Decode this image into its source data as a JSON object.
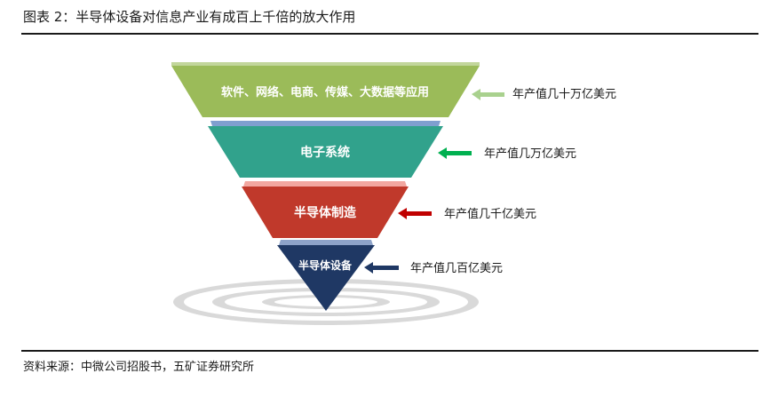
{
  "title": "图表 2：半导体设备对信息产业有成百上千倍的放大作用",
  "source": "资料来源：中微公司招股书，五矿证券研究所",
  "layers": [
    {
      "label": "软件、网络、电商、传媒、大数据等应用",
      "value": "年产值几十万亿美元",
      "color": "#9bbb59",
      "top_color": "#c2d69b",
      "arrow_color": "#a9d18e"
    },
    {
      "label": "电子系统",
      "value": "年产值几万亿美元",
      "color": "#31a28c",
      "top_color": "#7f9fcf",
      "arrow_color": "#00b050"
    },
    {
      "label": "半导体制造",
      "value": "年产值几千亿美元",
      "color": "#c0392b",
      "top_color": "#f2a7a0",
      "arrow_color": "#c00000"
    },
    {
      "label": "半导体设备",
      "value": "年产值几百亿美元",
      "color": "#1f3864",
      "top_color": "#8ea3c9",
      "arrow_color": "#1f3864"
    }
  ]
}
